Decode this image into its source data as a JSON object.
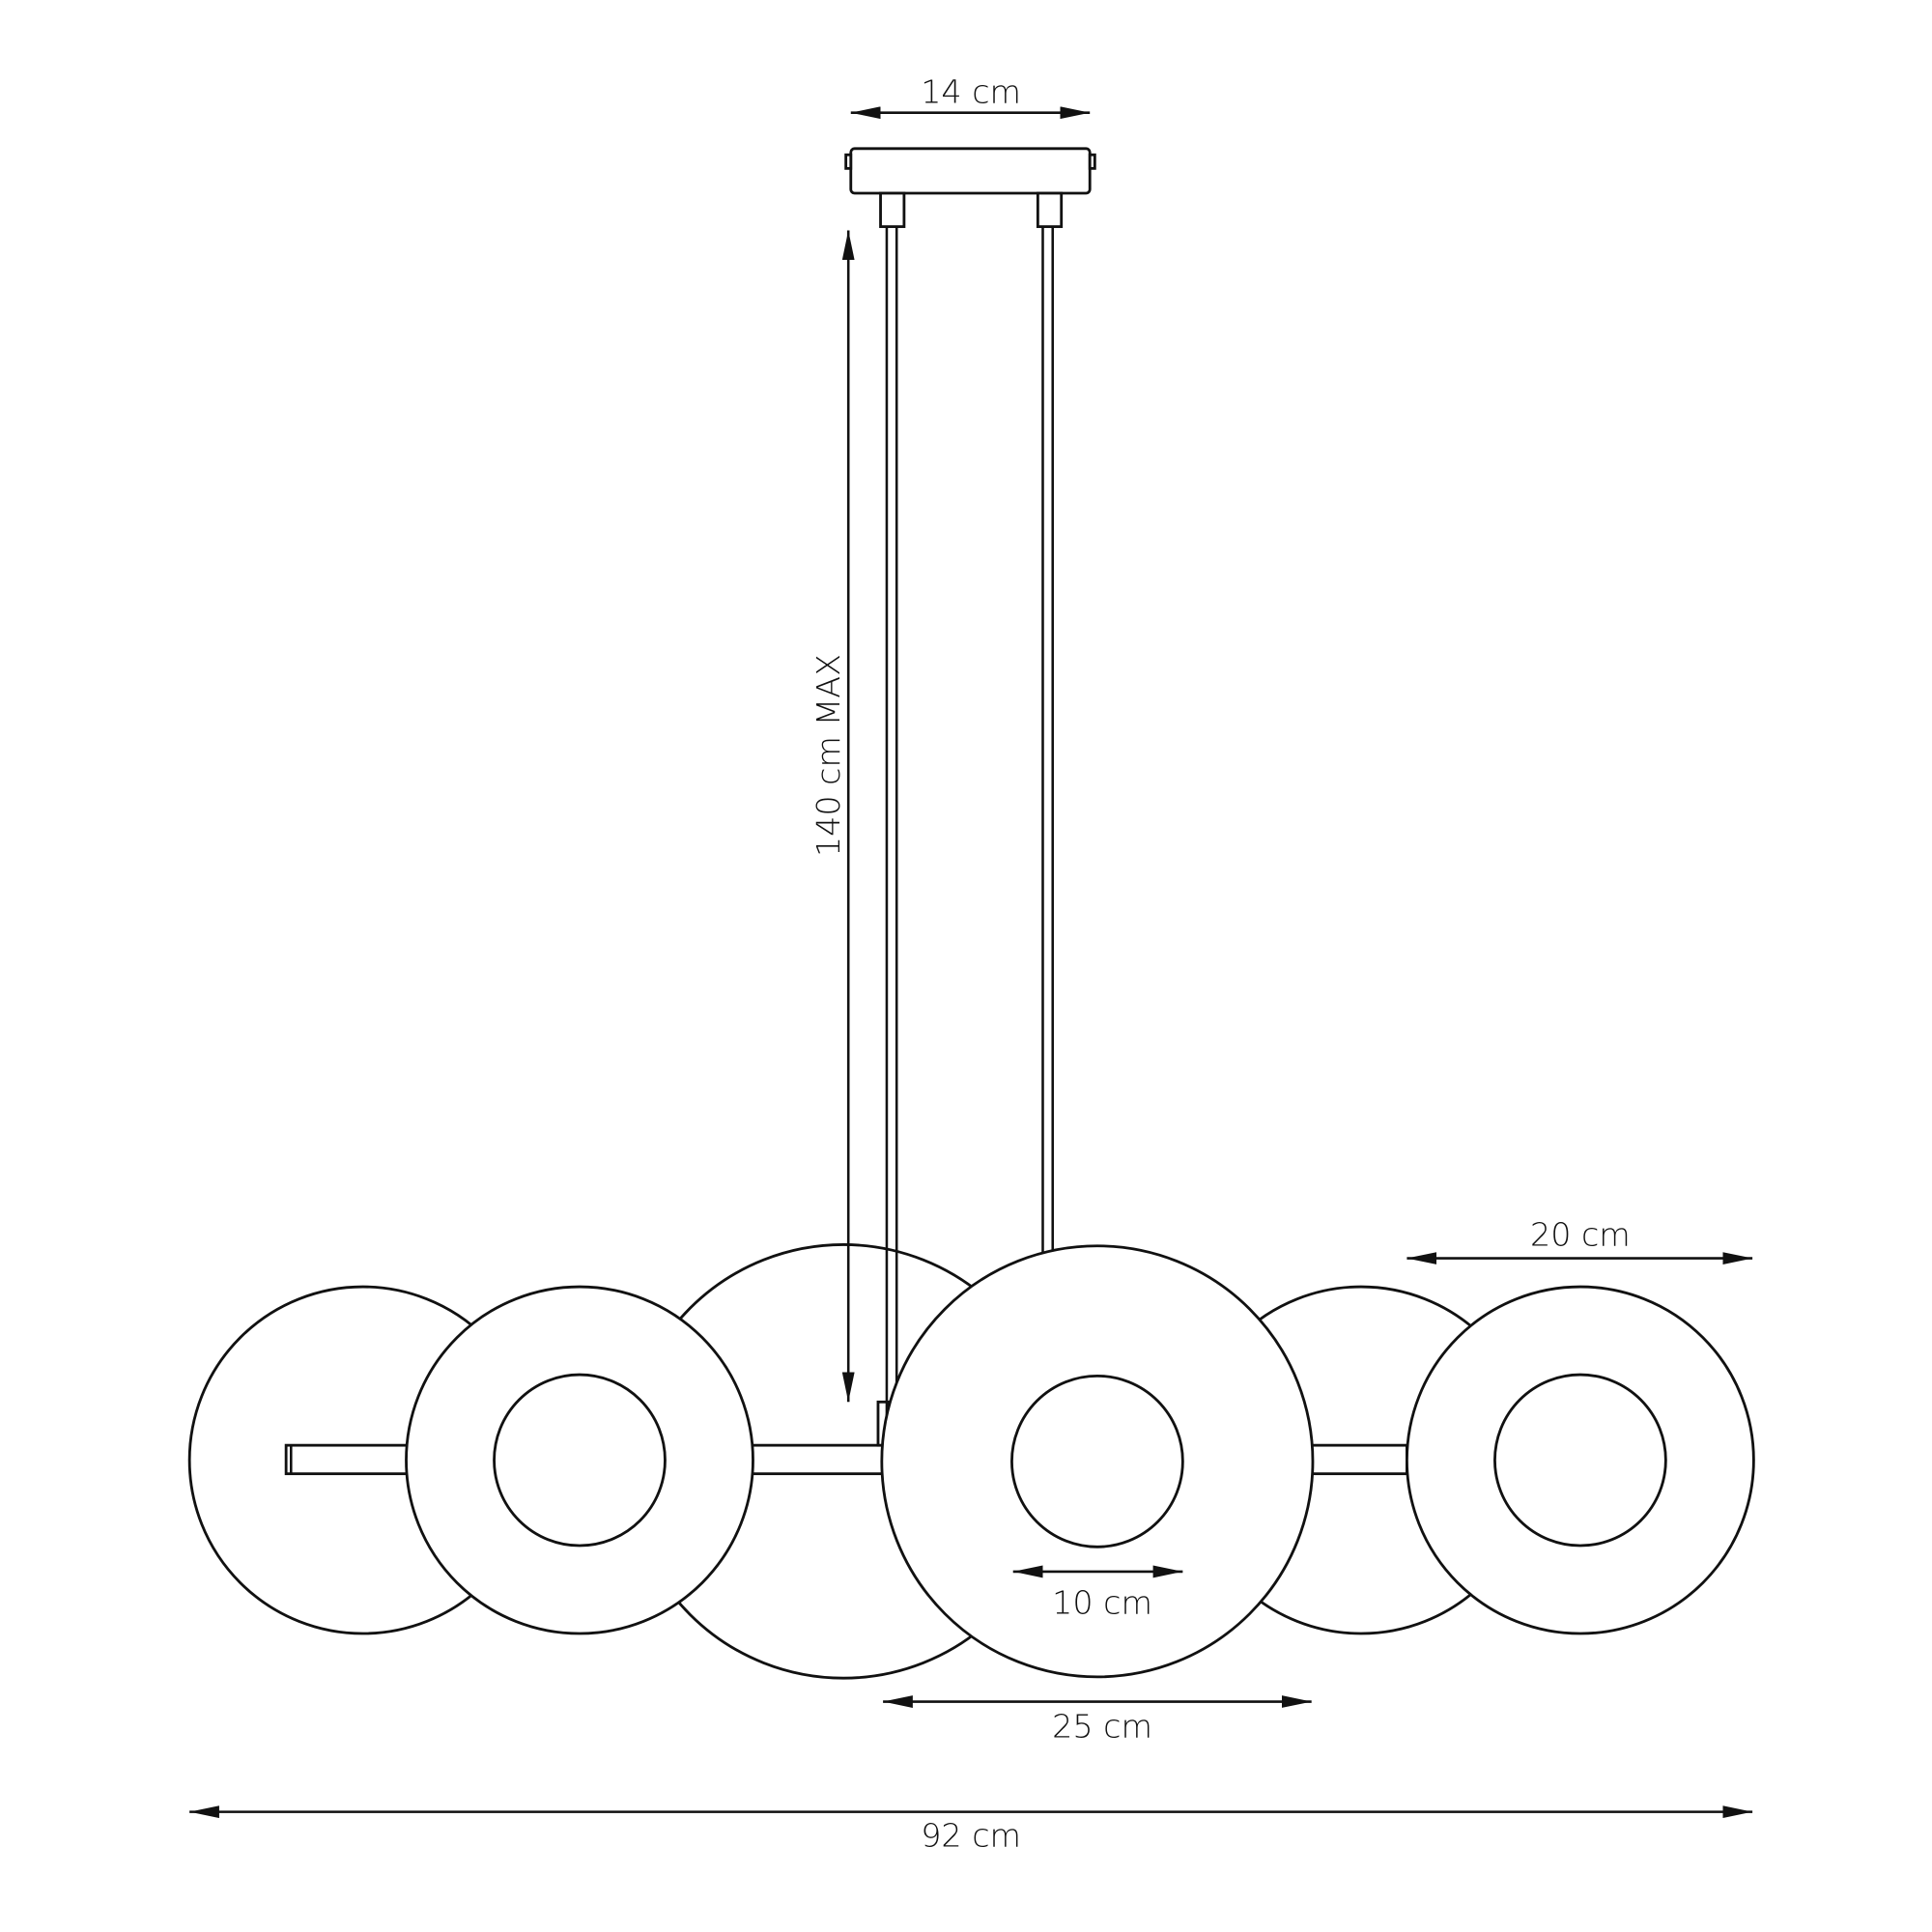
{
  "title": "Pendant lamp dimension drawing",
  "colors": {
    "line": "#111111",
    "background": "#ffffff"
  },
  "dimensions": {
    "canopy_width": "14 cm",
    "max_height": "140 cm MAX",
    "shade_diameter_small": "20 cm",
    "inner_diameter": "10 cm",
    "shade_diameter_large": "25 cm",
    "total_width": "92 cm"
  }
}
